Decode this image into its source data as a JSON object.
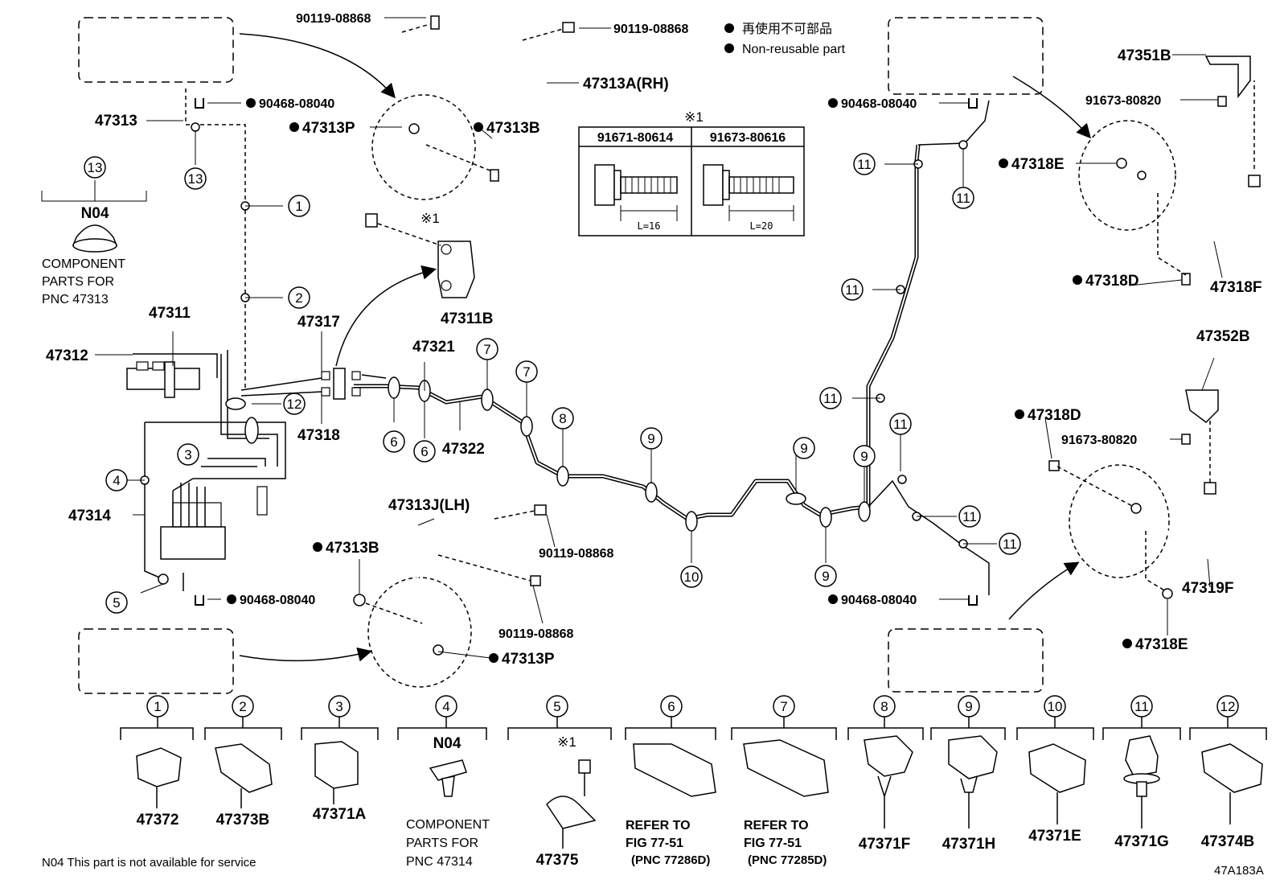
{
  "diagram_id": "47A183A",
  "legend": {
    "jp": "再使用不可部品",
    "en": "Non-reusable part"
  },
  "bolt_table": {
    "mark": "※1",
    "col1_part": "91671-80614",
    "col1_len": "L=16",
    "col2_part": "91673-80616",
    "col2_len": "L=20"
  },
  "labels": {
    "p90119_top1": "90119-08868",
    "p90119_top2": "90119-08868",
    "p47313A": "47313A(RH)",
    "p90468_tl": "90468-08040",
    "p47313": "47313",
    "p47313P_top": "47313P",
    "p47313B_top": "47313B",
    "n04_head": "N04",
    "comp_top_1": "COMPONENT",
    "comp_top_2": "PARTS FOR",
    "comp_top_3": "PNC 47313",
    "mark1_a": "※1",
    "p47311B": "47311B",
    "p47311": "47311",
    "p47312": "47312",
    "p47317": "47317",
    "p47318": "47318",
    "p47321": "47321",
    "p47322": "47322",
    "p47314": "47314",
    "p47313J": "47313J(LH)",
    "p90119_mid1": "90119-08868",
    "p90119_mid2": "90119-08868",
    "p47313B_bot": "47313B",
    "p90468_bl": "90468-08040",
    "p47313P_bot": "47313P",
    "p90468_tr": "90468-08040",
    "p90468_br": "90468-08040",
    "p47351B": "47351B",
    "p91673_top": "91673-80820",
    "p47318E_top": "47318E",
    "p47318D_top": "47318D",
    "p47318F": "47318F",
    "p47352B": "47352B",
    "p47318D_bot": "47318D",
    "p91673_bot": "91673-80820",
    "p47319F": "47319F",
    "p47318E_bot": "47318E"
  },
  "callouts": {
    "c1": "1",
    "c2": "2",
    "c3": "3",
    "c4": "4",
    "c5": "5",
    "c6": "6",
    "c7": "7",
    "c8": "8",
    "c9": "9",
    "c10": "10",
    "c11": "11",
    "c12": "12",
    "c13": "13"
  },
  "bottom_parts": [
    {
      "num": "1",
      "part": "47372"
    },
    {
      "num": "2",
      "part": "47373B"
    },
    {
      "num": "3",
      "part": "47371A"
    },
    {
      "num": "4",
      "part": "N04"
    },
    {
      "num": "5",
      "part": "47375"
    },
    {
      "num": "6",
      "part": ""
    },
    {
      "num": "7",
      "part": ""
    },
    {
      "num": "8",
      "part": "47371F"
    },
    {
      "num": "9",
      "part": "47371H"
    },
    {
      "num": "10",
      "part": "47371E"
    },
    {
      "num": "11",
      "part": "47371G"
    },
    {
      "num": "12",
      "part": "47374B"
    }
  ],
  "bottom_notes": {
    "comp_1": "COMPONENT",
    "comp_2": "PARTS FOR",
    "comp_3": "PNC 47314",
    "mark5": "※1",
    "ref6_1": "REFER TO",
    "ref6_2": "FIG 77-51",
    "ref6_3": "(PNC 77286D)",
    "ref7_1": "REFER TO",
    "ref7_2": "FIG 77-51",
    "ref7_3": "(PNC 77285D)",
    "n04_note": "N04 This part is not available for service"
  }
}
